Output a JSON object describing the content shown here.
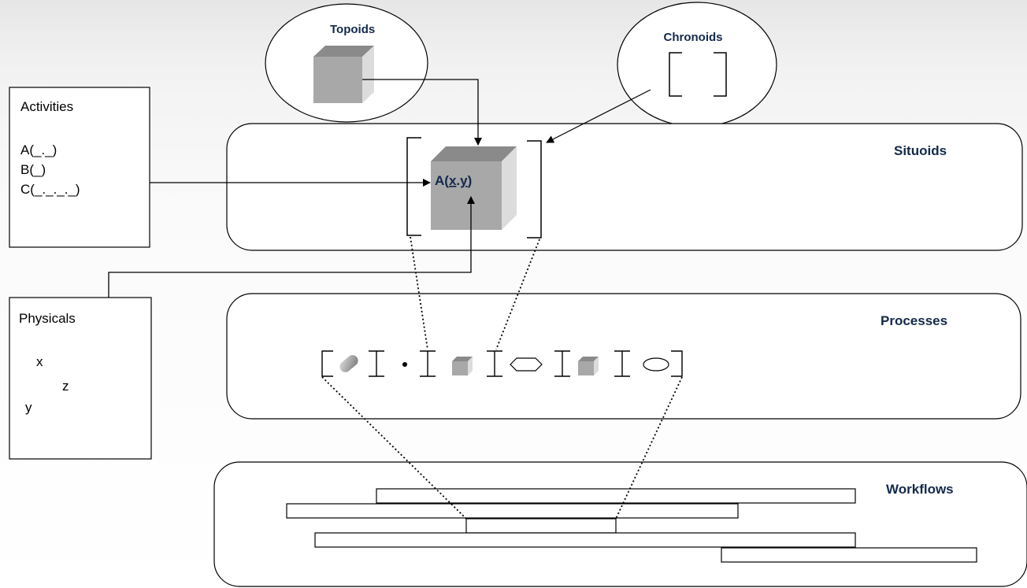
{
  "topoids": {
    "label": "Topoids"
  },
  "chronoids": {
    "label": "Chronoids"
  },
  "activities": {
    "title": "Activities",
    "items": [
      "A(_._)",
      "B(_)",
      "C(_._._._)"
    ]
  },
  "physicals": {
    "title": "Physicals",
    "vars": [
      "x",
      "z",
      "y"
    ]
  },
  "situoids": {
    "label": "Situoids",
    "cube_label_prefix": "A(",
    "cube_label_x": "x",
    "cube_label_sep": ".",
    "cube_label_y": "y",
    "cube_label_suffix": ")"
  },
  "processes": {
    "label": "Processes"
  },
  "workflows": {
    "label": "Workflows"
  },
  "colors": {
    "text_accent": "#13294b",
    "cube_front": "#a8a8a8",
    "cube_top": "#8a8a8a",
    "cube_side": "#dcdcdc"
  }
}
